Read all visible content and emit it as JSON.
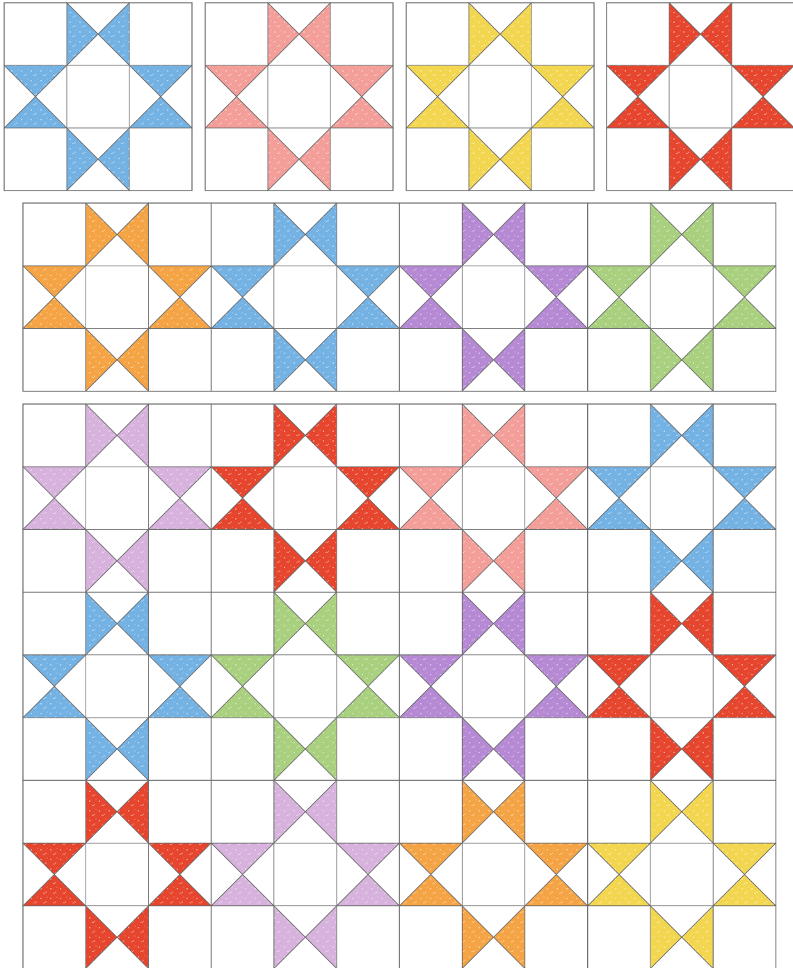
{
  "fabrics": {
    "blue": "#74b2e4",
    "pink": "#f39e99",
    "yellow": "#f3d650",
    "red": "#e6452e",
    "orange": "#f5a445",
    "purple": "#b689d4",
    "green": "#a9d07e",
    "lilac": "#d6b2dc"
  },
  "background": "#ffffff",
  "seam_color": "#6d6d6d",
  "single_blocks": [
    "blue",
    "pink",
    "yellow",
    "red"
  ],
  "block_row": [
    "orange",
    "blue",
    "purple",
    "green"
  ],
  "quilt_rows": [
    [
      "lilac",
      "red",
      "pink",
      "blue"
    ],
    [
      "blue",
      "green",
      "purple",
      "red"
    ],
    [
      "red",
      "lilac",
      "orange",
      "yellow"
    ]
  ]
}
